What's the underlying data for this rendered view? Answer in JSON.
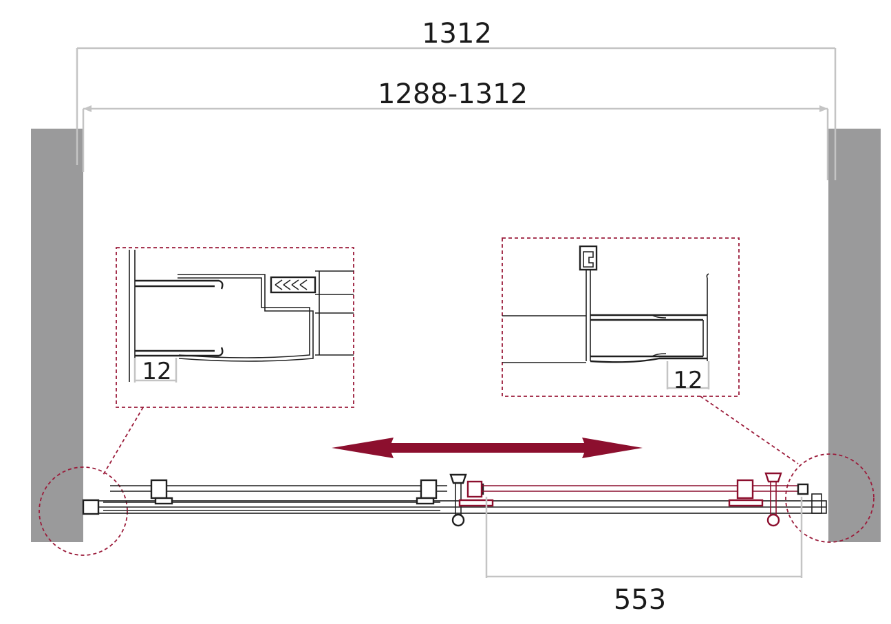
{
  "dimensions": {
    "overall_width": "1312",
    "adjustable_width": "1288-1312",
    "opening_width": "553",
    "left_detail_gap": "12",
    "right_detail_gap": "12"
  },
  "colors": {
    "wall": "#9a9a9b",
    "dimension_line": "#c4c4c4",
    "sliding_door": "#8c0f2e",
    "detail_frame": "#9b1b3a",
    "profile": "#1f1f1f"
  },
  "icons": {
    "movement_arrow": "double-headed-arrow-icon"
  }
}
